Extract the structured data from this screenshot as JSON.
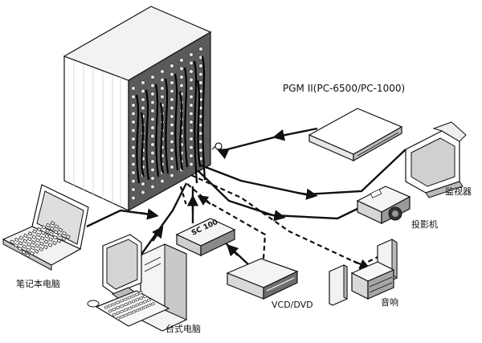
{
  "labels": {
    "pgm": "PGM II(PC-6500/PC-1000)",
    "monitor": "监视器",
    "projector": "投影机",
    "audio": "音响",
    "vcd": "VCD/DVD",
    "laptop": "笔记本电脑",
    "desktop": "台式电脑",
    "sc": "SC 100"
  },
  "colors": {
    "line": "#111111",
    "face": "#ffffff",
    "shade": "#d9d9d9",
    "dark": "#7a7a7a"
  }
}
